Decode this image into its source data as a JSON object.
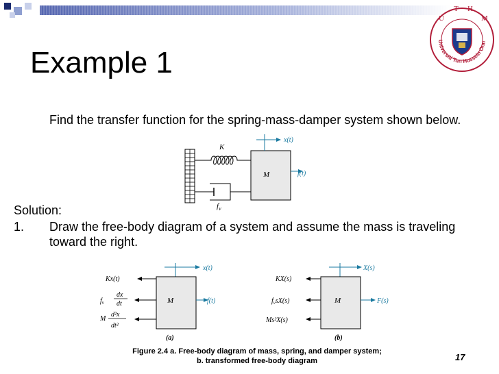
{
  "slide": {
    "title": "Example 1",
    "question": "Find the transfer function for the spring-mass-damper system shown below.",
    "solution_label": "Solution:",
    "steps": [
      {
        "number": "1.",
        "text": "Draw the free-body diagram of a system and assume the mass is traveling toward the right."
      }
    ],
    "caption_line1": "Figure 2.4 a. Free-body diagram of mass, spring, and damper system;",
    "caption_line2": "b. transformed free-body diagram",
    "page_number": "17"
  },
  "logo": {
    "letters": [
      "U",
      "T",
      "H",
      "M"
    ],
    "ring_text": "Universiti Tun Hussein Onn Malaysia"
  },
  "system_diagram": {
    "spring_label": "K",
    "mass_label": "M",
    "damper_label": "f",
    "damper_sub": "v",
    "x_label": "x(t)",
    "f_label": "f(t)"
  },
  "fbd_a": {
    "force1": "Kx(t)",
    "force2_coef": "f",
    "force2_sub": "v",
    "force2_num": "dx",
    "force2_den": "dt",
    "force3_coef": "M",
    "force3_num": "d²x",
    "force3_den": "dt²",
    "mass_label": "M",
    "x_label": "x(t)",
    "f_label": "f(t)",
    "sub_label": "(a)"
  },
  "fbd_b": {
    "force1": "KX(s)",
    "force2": "sX(s)",
    "force2_coef": "f",
    "force2_sub": "v",
    "force3": "Ms²X(s)",
    "mass_label": "M",
    "x_label": "X(s)",
    "f_label": "F(s)",
    "sub_label": "(b)"
  },
  "colors": {
    "bar_dark": "#1a2a6e",
    "bar_mid": "#7f8fc8",
    "bar_light": "#c8d0ea",
    "logo_ring": "#b21e3a",
    "logo_shield": "#1c3a8c",
    "arrow": "#1a7aa0",
    "mass_fill": "#e9e9e9"
  }
}
